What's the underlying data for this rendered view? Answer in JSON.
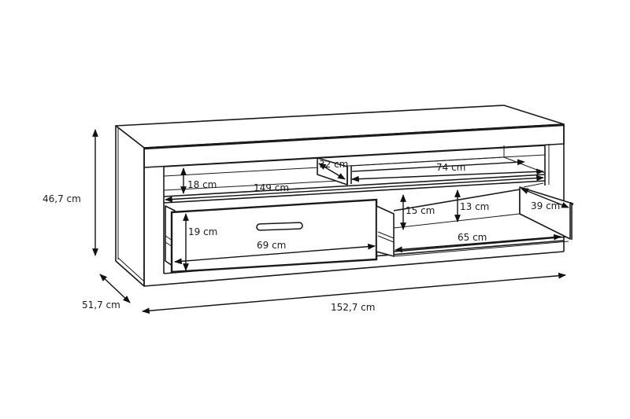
{
  "diagram": {
    "subject": "TV bench with two drawers and open shelves",
    "line_color": "#1a1a1a",
    "background": "#ffffff"
  },
  "dimensions": {
    "height": "46,7 cm",
    "depth": "51,7 cm",
    "width": "152,7 cm",
    "shelf_height": "18 cm",
    "shelf_width": "149 cm",
    "compartment_depth": "32 cm",
    "compartment_width": "74 cm",
    "left_drawer_height": "19 cm",
    "left_drawer_width": "69 cm",
    "right_drawer_front_height": "15 cm",
    "right_drawer_inner_height": "13 cm",
    "right_drawer_depth": "39 cm",
    "right_drawer_width": "65 cm"
  }
}
